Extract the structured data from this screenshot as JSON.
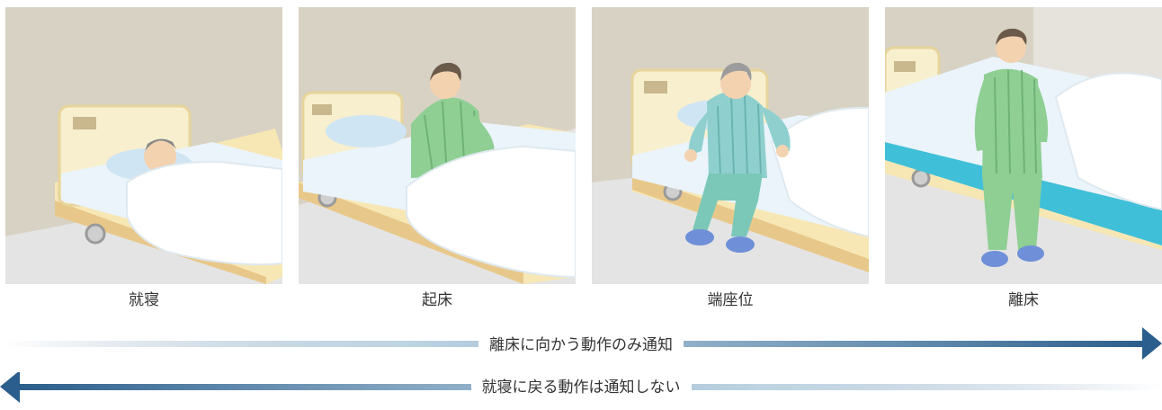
{
  "panels": [
    {
      "id": "sleeping",
      "label": "就寝"
    },
    {
      "id": "sitting-up",
      "label": "起床"
    },
    {
      "id": "edge-sitting",
      "label": "端座位"
    },
    {
      "id": "leaving-bed",
      "label": "離床"
    }
  ],
  "arrows": {
    "forward": {
      "label": "離床に向かう動作のみ通知",
      "direction": "right",
      "color": "#2b5e8c"
    },
    "backward": {
      "label": "就寝に戻る動作は通知しない",
      "direction": "left",
      "color": "#2b5e8c"
    }
  }
}
